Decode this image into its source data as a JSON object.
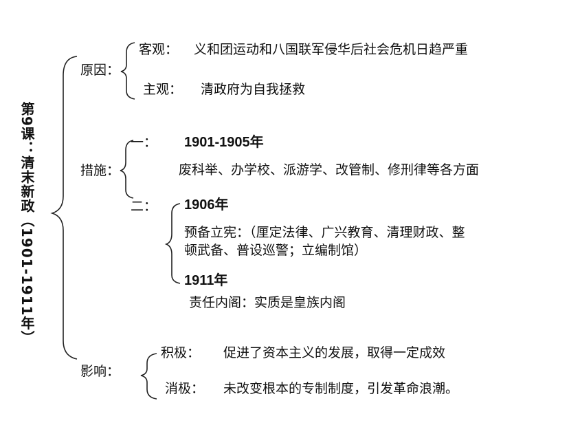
{
  "title": "第9课：清末新政（1901-1911年）",
  "causes": {
    "label": "原因：",
    "objective_label": "客观：",
    "objective_text": "义和团运动和八国联军侵华后社会危机日趋严重",
    "subjective_label": "主观：",
    "subjective_text": "清政府为自我拯救"
  },
  "measures": {
    "label": "措施：",
    "phase1_label": "一：",
    "phase1_years": "1901-1905年",
    "phase1_text": "废科举、办学校、派游学、改管制、修刑律等各方面",
    "phase2_label": "二：",
    "phase2_year_a": "1906年",
    "phase2_text_a1": "预备立宪：（厘定法律、广兴教育、清理财政、整",
    "phase2_text_a2": "顿武备、普设巡警；立编制馆）",
    "phase2_year_b": "1911年",
    "phase2_text_b": "责任内阁：实质是皇族内阁"
  },
  "impact": {
    "label": "影响：",
    "positive_label": "积极：",
    "positive_text": "促进了资本主义的发展，取得一定成效",
    "negative_label": "消极：",
    "negative_text": "未改变根本的专制制度，引发革命浪潮。"
  }
}
